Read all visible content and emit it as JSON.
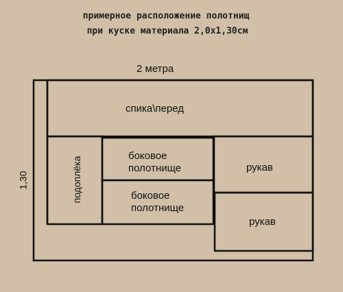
{
  "title": {
    "line1": "примерное расположение полотнищ",
    "line2": "при куске материала 2,0х1,30см"
  },
  "dimensions": {
    "width": "2 метра",
    "height": "1,30"
  },
  "pieces": {
    "back_front": "спика\\перед",
    "lining": "подоплёка",
    "side_panel_1": "боковое\nполотнище",
    "side_panel_2": "боковое\nполотнище",
    "sleeve_1": "рукав",
    "sleeve_2": "рукав"
  },
  "colors": {
    "background": "#d1bfa7",
    "lines": "#111111"
  }
}
